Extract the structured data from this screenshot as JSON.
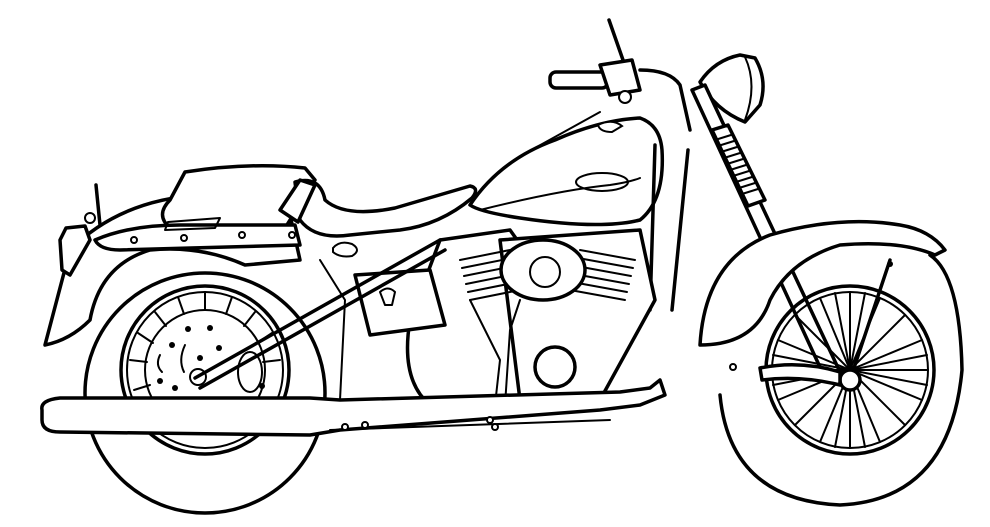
{
  "image": {
    "subject": "Motorcycle line drawing",
    "style": "black outline coloring page",
    "background_color": "#ffffff",
    "line_color": "#000000",
    "parts": [
      "rear-wheel",
      "rear-fender",
      "saddlebag",
      "seat",
      "fuel-tank",
      "handlebar",
      "headlight",
      "front-fork",
      "front-fender",
      "front-wheel",
      "v-twin-engine",
      "exhaust-pipe"
    ]
  }
}
